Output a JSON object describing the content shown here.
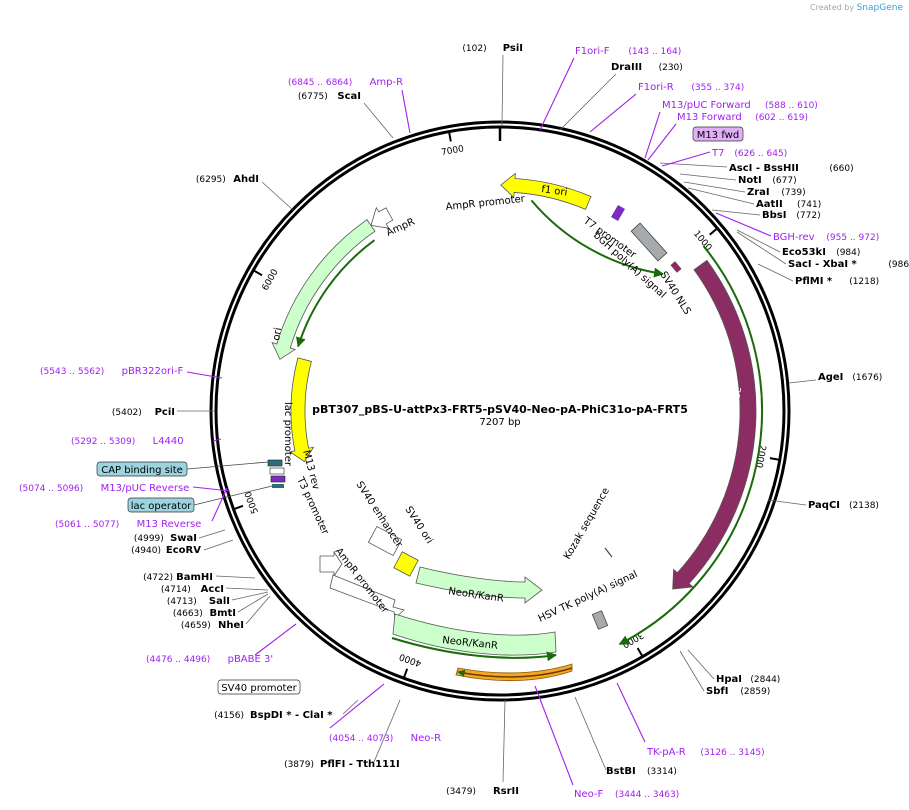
{
  "watermark": {
    "prefix": "Created by",
    "brand": "SnapGene"
  },
  "plasmid": {
    "name": "pBT307_pBS-U-attPx3-FRT5-pSV40-Neo-pA-PhiC31o-pA-FRT5",
    "size_label": "7207 bp",
    "length": 7207
  },
  "ticks": [
    "1000",
    "2000",
    "3000",
    "4000",
    "5000",
    "6000",
    "7000"
  ],
  "features": [
    {
      "name": "f1 ori",
      "color": "#ffff00",
      "start": 4,
      "end": 460,
      "dir": -1,
      "track": "outer"
    },
    {
      "name": "AmpR promoter",
      "color": "#ffffff",
      "start": 6510,
      "end": 6620,
      "dir": -1,
      "track": "outer"
    },
    {
      "name": "AmpR",
      "color": "#ccffcc",
      "start": 5670,
      "end": 6510,
      "dir": -1,
      "track": "outer"
    },
    {
      "name": "ori",
      "color": "#ffff00",
      "start": 5115,
      "end": 5700,
      "dir": -1,
      "track": "inner"
    },
    {
      "name": "phage φC31 integrase",
      "color": "#8b2d62",
      "start": 1080,
      "end": 2720,
      "dir": 1,
      "track": "mid"
    },
    {
      "name": "NeoR/KanR",
      "color": "#ccffcc",
      "start": 3280,
      "end": 3990,
      "dir": 1,
      "track": "outer2"
    }
  ],
  "labels": {
    "t7_promoter": "T7 promoter",
    "bgh": "bGH poly(A) signal",
    "sv40_nls": "SV40 NLS",
    "lac_promoter": "lac promoter",
    "m13_rev": "M13 rev",
    "t3_promoter": "T3 promoter",
    "sv40_enhancer": "SV40 enhancer",
    "sv40_ori": "SV40 ori",
    "ampr_promoter2": "AmpR promoter",
    "neor1": "NeoR/KanR",
    "neor2": "NeoR/KanR",
    "kozak": "Kozak sequence",
    "hsv_tk": "HSV TK poly(A) signal",
    "integrase": "phage φC31 integrase",
    "f1ori": "f1 ori",
    "ampr": "AmpR",
    "ampr_promoter": "AmpR promoter",
    "ori": "ori"
  },
  "sites": [
    {
      "pos": "(102)",
      "name": "PsiI"
    },
    {
      "pos": "(230)",
      "name": "DraIII"
    },
    {
      "pos": "(660)",
      "name": "AscI  - BssHII"
    },
    {
      "pos": "(677)",
      "name": "NotI"
    },
    {
      "pos": "(739)",
      "name": "ZraI"
    },
    {
      "pos": "(741)",
      "name": "AatII"
    },
    {
      "pos": "(772)",
      "name": "BbsI"
    },
    {
      "pos": "(984)",
      "name": "Eco53kI"
    },
    {
      "pos": "(986)",
      "name": "SacI  - XbaI *"
    },
    {
      "pos": "(1218)",
      "name": "PflMI *"
    },
    {
      "pos": "(1676)",
      "name": "AgeI"
    },
    {
      "pos": "(2138)",
      "name": "PaqCI"
    },
    {
      "pos": "(2844)",
      "name": "HpaI"
    },
    {
      "pos": "(2859)",
      "name": "SbfI"
    },
    {
      "pos": "(3314)",
      "name": "BstBI"
    },
    {
      "pos": "(3479)",
      "name": "RsrII"
    },
    {
      "pos": "(3879)",
      "name": "PflFI  - Tth111I"
    },
    {
      "pos": "(4156)",
      "name": "BspDI *  - ClaI *"
    },
    {
      "pos": "(4659)",
      "name": "NheI"
    },
    {
      "pos": "(4663)",
      "name": "BmtI"
    },
    {
      "pos": "(4713)",
      "name": "SalI"
    },
    {
      "pos": "(4714)",
      "name": "AccI"
    },
    {
      "pos": "(4722)",
      "name": "BamHI"
    },
    {
      "pos": "(4940)",
      "name": "EcoRV"
    },
    {
      "pos": "(4999)",
      "name": "SwaI"
    },
    {
      "pos": "(5402)",
      "name": "PciI"
    },
    {
      "pos": "(6295)",
      "name": "AhdI"
    },
    {
      "pos": "(6775)",
      "name": "ScaI"
    }
  ],
  "primers": [
    {
      "name": "F1ori-F",
      "range": "(143 .. 164)"
    },
    {
      "name": "F1ori-R",
      "range": "(355 .. 374)"
    },
    {
      "name": "M13/pUC Forward",
      "range": "(588 .. 610)"
    },
    {
      "name": "M13 Forward",
      "range": "(602 .. 619)"
    },
    {
      "name": "T7",
      "range": "(626 .. 645)"
    },
    {
      "name": "BGH-rev",
      "range": "(955 .. 972)"
    },
    {
      "name": "TK-pA-R",
      "range": "(3126 .. 3145)"
    },
    {
      "name": "Neo-F",
      "range": "(3444 .. 3463)"
    },
    {
      "name": "Neo-R",
      "range": "(4054 .. 4073)"
    },
    {
      "name": "pBABE 3'",
      "range": "(4476 .. 4496)"
    },
    {
      "name": "M13 Reverse",
      "range": "(5061 .. 5077)"
    },
    {
      "name": "M13/pUC Reverse",
      "range": "(5074 .. 5096)"
    },
    {
      "name": "L4440",
      "range": "(5292 .. 5309)"
    },
    {
      "name": "pBR322ori-F",
      "range": "(5543 .. 5562)"
    },
    {
      "name": "Amp-R",
      "range": "(6845 .. 6864)"
    }
  ],
  "boxed": {
    "m13fwd": "M13 fwd",
    "cap": "CAP binding site",
    "lacop": "lac operator",
    "sv40prom": "SV40 promoter"
  },
  "colors": {
    "backbone": "#000000",
    "primer": "#a020f0",
    "yellow": "#ffff00",
    "green": "#ccffcc",
    "integrase": "#8b2d62",
    "orange": "#f5a623"
  }
}
